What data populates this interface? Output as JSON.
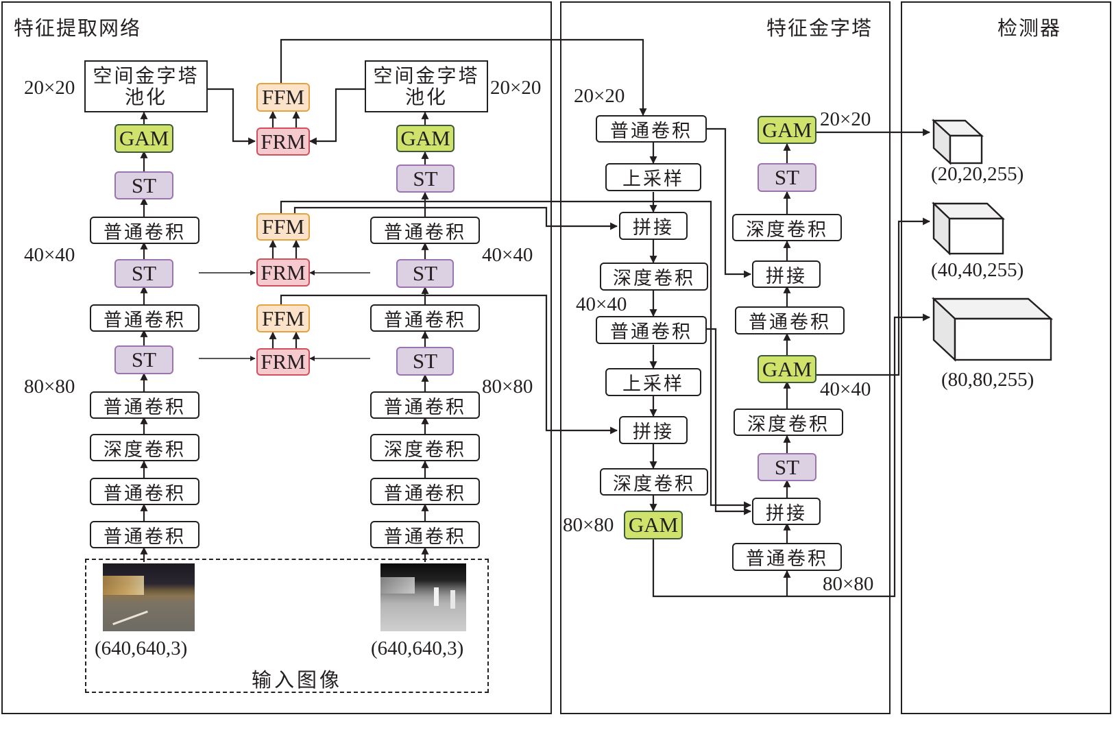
{
  "panels": {
    "feature_extraction": {
      "title": "特征提取网络"
    },
    "feature_pyramid": {
      "title": "特征金字塔"
    },
    "detector": {
      "title": "检测器"
    }
  },
  "modules": {
    "conv": "普通卷积",
    "dwconv": "深度卷积",
    "upsample": "上采样",
    "concat": "拼接",
    "st": "ST",
    "gam": "GAM",
    "ffm": "FFM",
    "frm": "FRM",
    "spp_line1": "空间金字塔",
    "spp_line2": "池化"
  },
  "dims": {
    "d20": "20×20",
    "d40": "40×40",
    "d80": "80×80"
  },
  "input": {
    "label": "输入图像",
    "rgb_shape": "(640,640,3)",
    "ir_shape": "(640,640,3)",
    "rgb_image": "visible-night-street-image",
    "ir_image": "infrared-night-street-image"
  },
  "outputs": [
    {
      "shape": "(20,20,255)"
    },
    {
      "shape": "(40,40,255)"
    },
    {
      "shape": "(80,80,255)"
    }
  ],
  "colors": {
    "st": "#dcd0e3",
    "gam": "#cfe36c",
    "ffm": "#fbe2c8",
    "frm": "#f5c9cd",
    "line": "#231f20"
  }
}
